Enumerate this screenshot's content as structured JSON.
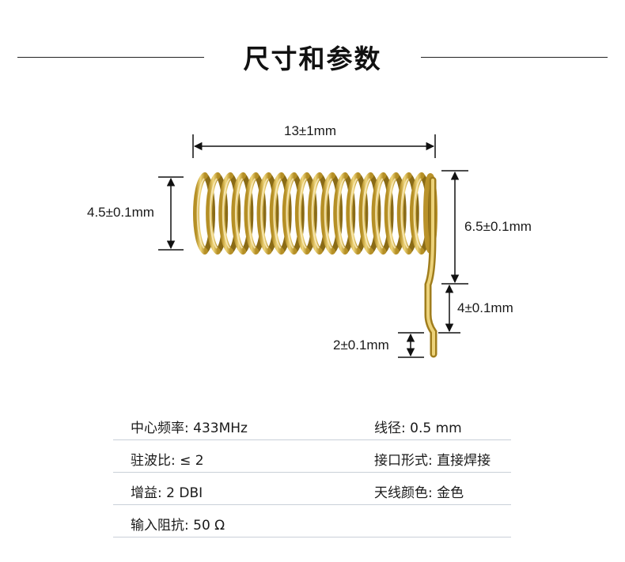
{
  "title": "尺寸和参数",
  "dimensions": {
    "length": "13±1mm",
    "coil_diameter": "4.5±0.1mm",
    "lead_height": "6.5±0.1mm",
    "bend_height": "4±0.1mm",
    "tip_length": "2±0.1mm"
  },
  "colors": {
    "coil_gold": "#d8b64a",
    "coil_highlight": "#f6e7a6",
    "coil_shadow": "#9a7a1c",
    "divider": "#c9d0d8"
  },
  "specs": [
    {
      "left": "中心频率: 433MHz",
      "right": "线径: 0.5 mm"
    },
    {
      "left": "驻波比: ≤ 2",
      "right": "接口形式: 直接焊接"
    },
    {
      "left": "增益: 2 DBI",
      "right": "天线颜色: 金色"
    },
    {
      "left": "输入阻抗: 50 Ω",
      "right": ""
    }
  ]
}
